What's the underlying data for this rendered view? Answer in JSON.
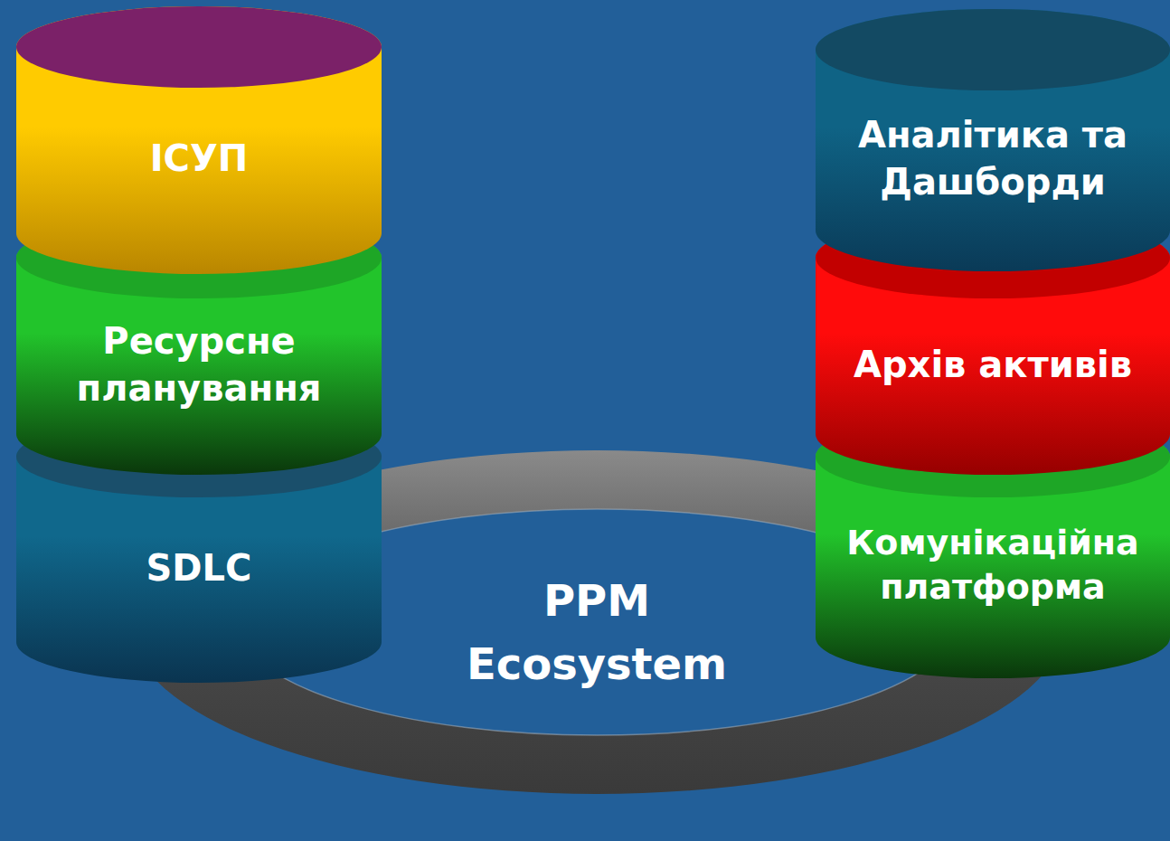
{
  "diagram": {
    "nodes": [
      {
        "text": [
          "ІСУП"
        ]
      },
      {
        "text": [
          "Ресурсне планування"
        ]
      },
      {
        "text": [
          "SDLC"
        ]
      },
      {
        "text": [
          "Аналітика та Дашборди"
        ]
      },
      {
        "text": [
          "Архів активів"
        ]
      },
      {
        "text": [
          "Комунікаційна платформа"
        ]
      },
      {
        "text": [
          "PPM Ecosystem"
        ]
      }
    ]
  }
}
